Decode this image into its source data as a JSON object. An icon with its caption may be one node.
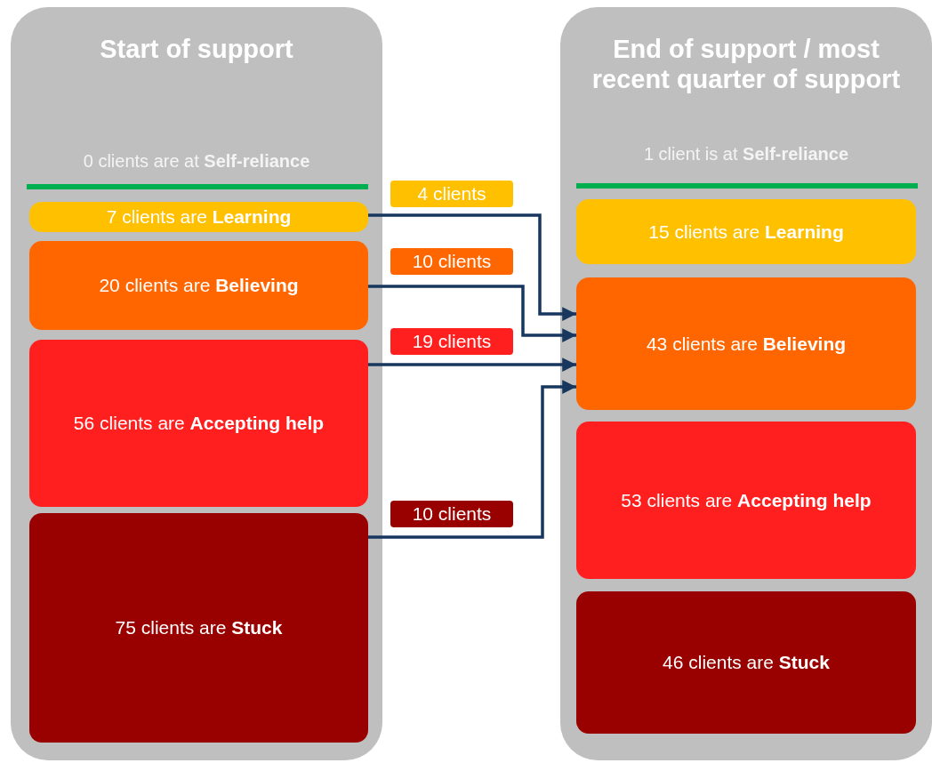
{
  "diagram": {
    "nodes": [
      {
        "text": [
          "Start of support",
          "0 clients are at **Self-reliance**"
        ]
      },
      {
        "text": [
          "7 clients are **Learning**"
        ],
        "in": 0
      },
      {
        "text": [
          "20 clients are **Believing**"
        ],
        "in": 0
      },
      {
        "text": [
          "56 clients are **Accepting help**"
        ],
        "in": 0
      },
      {
        "text": [
          "75 clients are **Stuck**"
        ],
        "in": 0
      },
      {
        "text": [
          "End of support / most recent quarter of support",
          "1 client is at **Self-reliance**"
        ]
      },
      {
        "text": [
          "15 clients are **Learning**"
        ],
        "in": 5
      },
      {
        "text": [
          "43 clients are **Believing**"
        ],
        "in": 5
      },
      {
        "text": [
          "53 clients are **Accepting help**"
        ],
        "in": 5
      },
      {
        "text": [
          "46 clients are **Stuck**"
        ],
        "in": 5
      }
    ],
    "edges": [
      {
        "from": 1,
        "to": 7,
        "arrow": "to",
        "label": "4 clients"
      },
      {
        "from": 2,
        "to": 7,
        "arrow": "to",
        "label": "10 clients"
      },
      {
        "from": 3,
        "to": 7,
        "arrow": "to",
        "label": "19 clients"
      },
      {
        "from": 4,
        "to": 7,
        "arrow": "to",
        "label": "10 clients"
      }
    ]
  }
}
